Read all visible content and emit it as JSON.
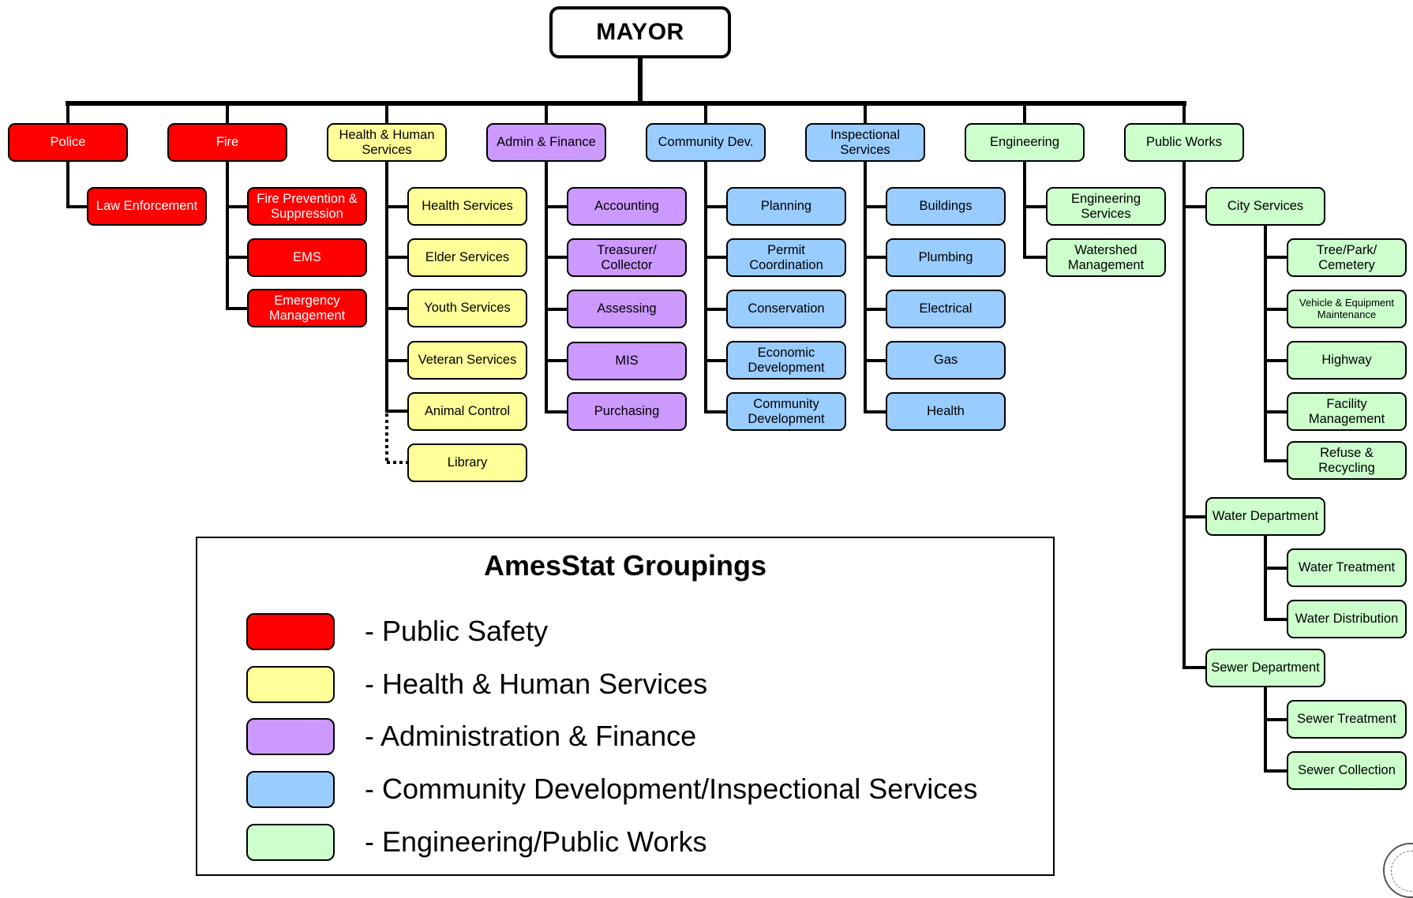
{
  "colors": {
    "public_safety": "#ff0000",
    "health_human_services": "#ffff99",
    "admin_finance": "#cc99ff",
    "community_dev": "#99ccff",
    "engineering_public_works": "#ccffcc"
  },
  "chart": {
    "mayor": "MAYOR",
    "departments": {
      "police": "Police",
      "fire": "Fire",
      "hhs": "Health & Human\nServices",
      "admin": "Admin & Finance",
      "commdev": "Community Dev.",
      "inspect": "Inspectional\nServices",
      "eng": "Engineering",
      "pw": "Public Works"
    },
    "police": {
      "law": "Law Enforcement"
    },
    "fire": {
      "prevention": "Fire Prevention &\nSuppression",
      "ems": "EMS",
      "emergency": "Emergency\nManagement"
    },
    "hhs": {
      "health": "Health Services",
      "elder": "Elder Services",
      "youth": "Youth Services",
      "veteran": "Veteran Services",
      "animal": "Animal Control",
      "library": "Library"
    },
    "admin": {
      "accounting": "Accounting",
      "treasurer": "Treasurer/\nCollector",
      "assessing": "Assessing",
      "mis": "MIS",
      "purchasing": "Purchasing"
    },
    "commdev": {
      "planning": "Planning",
      "permit": "Permit Coordination",
      "conservation": "Conservation",
      "econ": "Economic\nDevelopment",
      "community": "Community\nDevelopment"
    },
    "inspect": {
      "buildings": "Buildings",
      "plumbing": "Plumbing",
      "electrical": "Electrical",
      "gas": "Gas",
      "health": "Health"
    },
    "eng": {
      "services": "Engineering\nServices",
      "watershed": "Watershed\nManagement"
    },
    "pw": {
      "city": "City Services",
      "tree": "Tree/Park/\nCemetery",
      "vehicle": "Vehicle & Equipment\nMaintenance",
      "highway": "Highway",
      "facility": "Facility\nManagement",
      "refuse": "Refuse & Recycling",
      "water": "Water Department",
      "water_treatment": "Water Treatment",
      "water_distribution": "Water Distribution",
      "sewer": "Sewer Department",
      "sewer_treatment": "Sewer Treatment",
      "sewer_collection": "Sewer Collection"
    }
  },
  "legend": {
    "title": "AmesStat Groupings",
    "items": [
      "- Public Safety",
      "- Health & Human Services",
      "- Administration & Finance",
      "- Community Development/Inspectional Services",
      "- Engineering/Public Works"
    ]
  }
}
